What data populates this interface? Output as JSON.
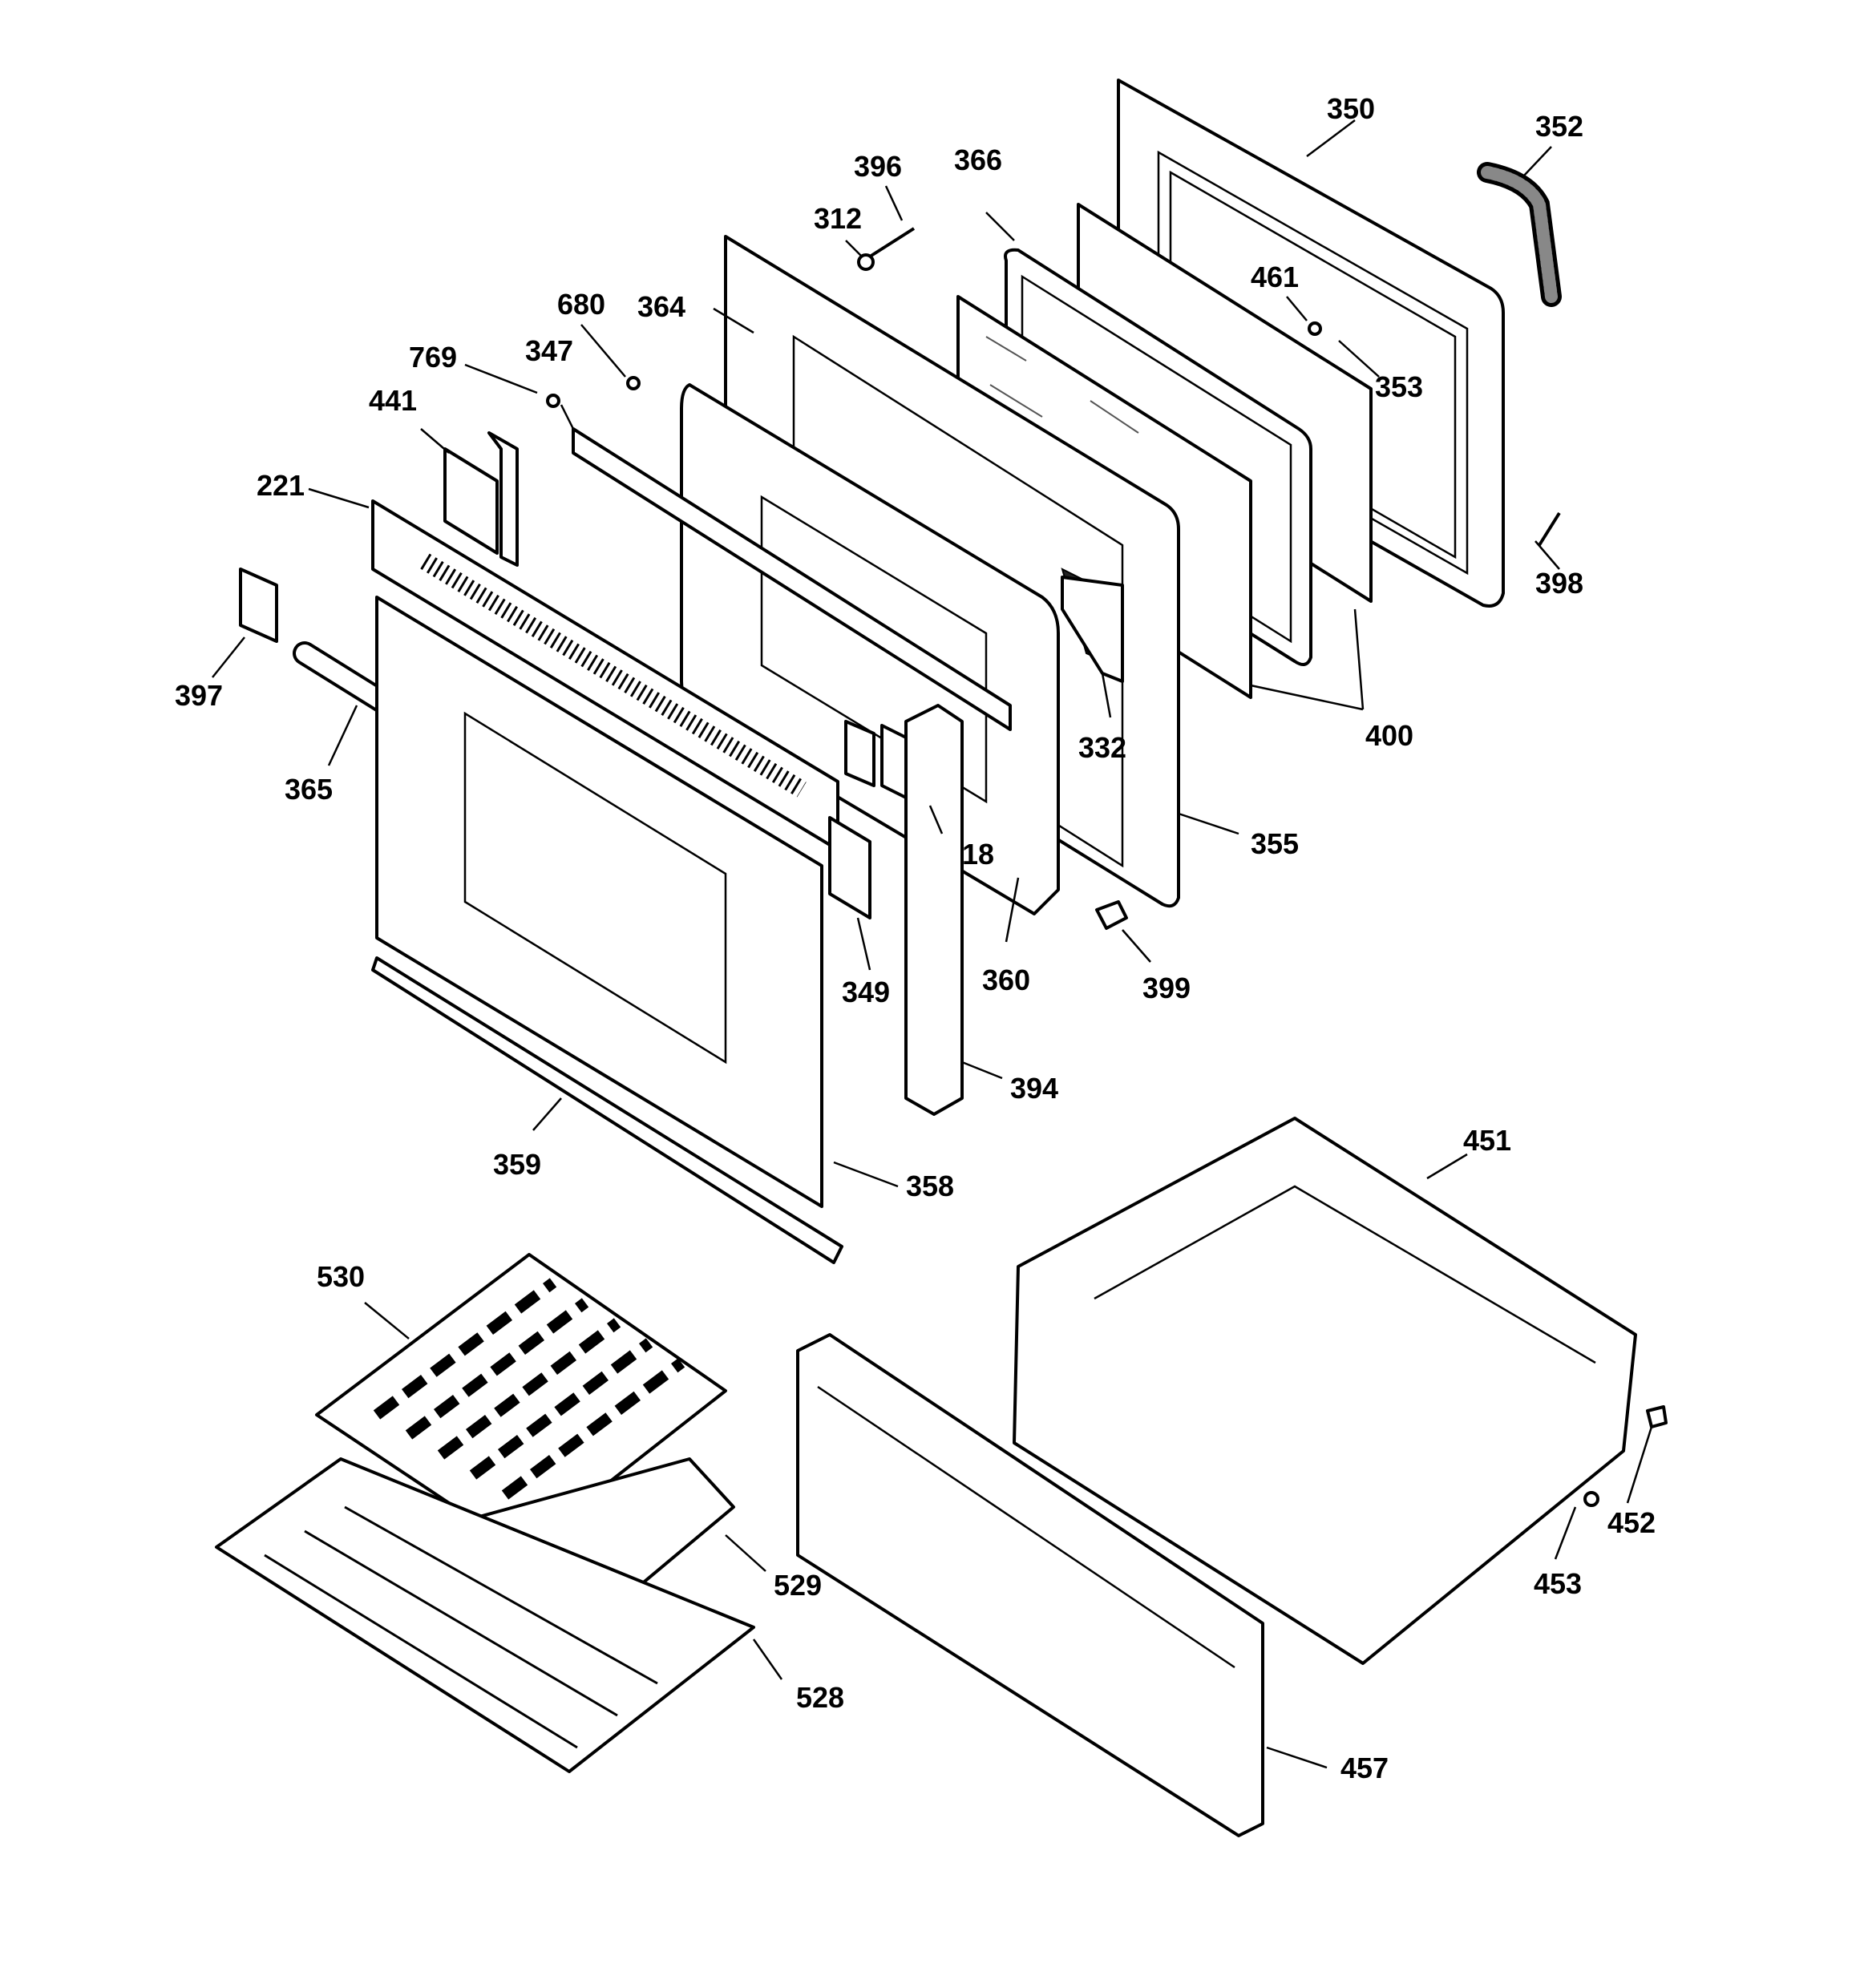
{
  "callouts": {
    "c350": "350",
    "c352": "352",
    "c396": "396",
    "c366": "366",
    "c312": "312",
    "c461": "461",
    "c680": "680",
    "c364": "364",
    "c769": "769",
    "c347": "347",
    "c353": "353",
    "c441": "441",
    "c221": "221",
    "c398": "398",
    "c397": "397",
    "c400": "400",
    "c332": "332",
    "c365": "365",
    "c18": "18",
    "c355": "355",
    "c360": "360",
    "c399": "399",
    "c349": "349",
    "c394": "394",
    "c451": "451",
    "c359": "359",
    "c358": "358",
    "c530": "530",
    "c452": "452",
    "c529": "529",
    "c453": "453",
    "c528": "528",
    "c457": "457"
  }
}
